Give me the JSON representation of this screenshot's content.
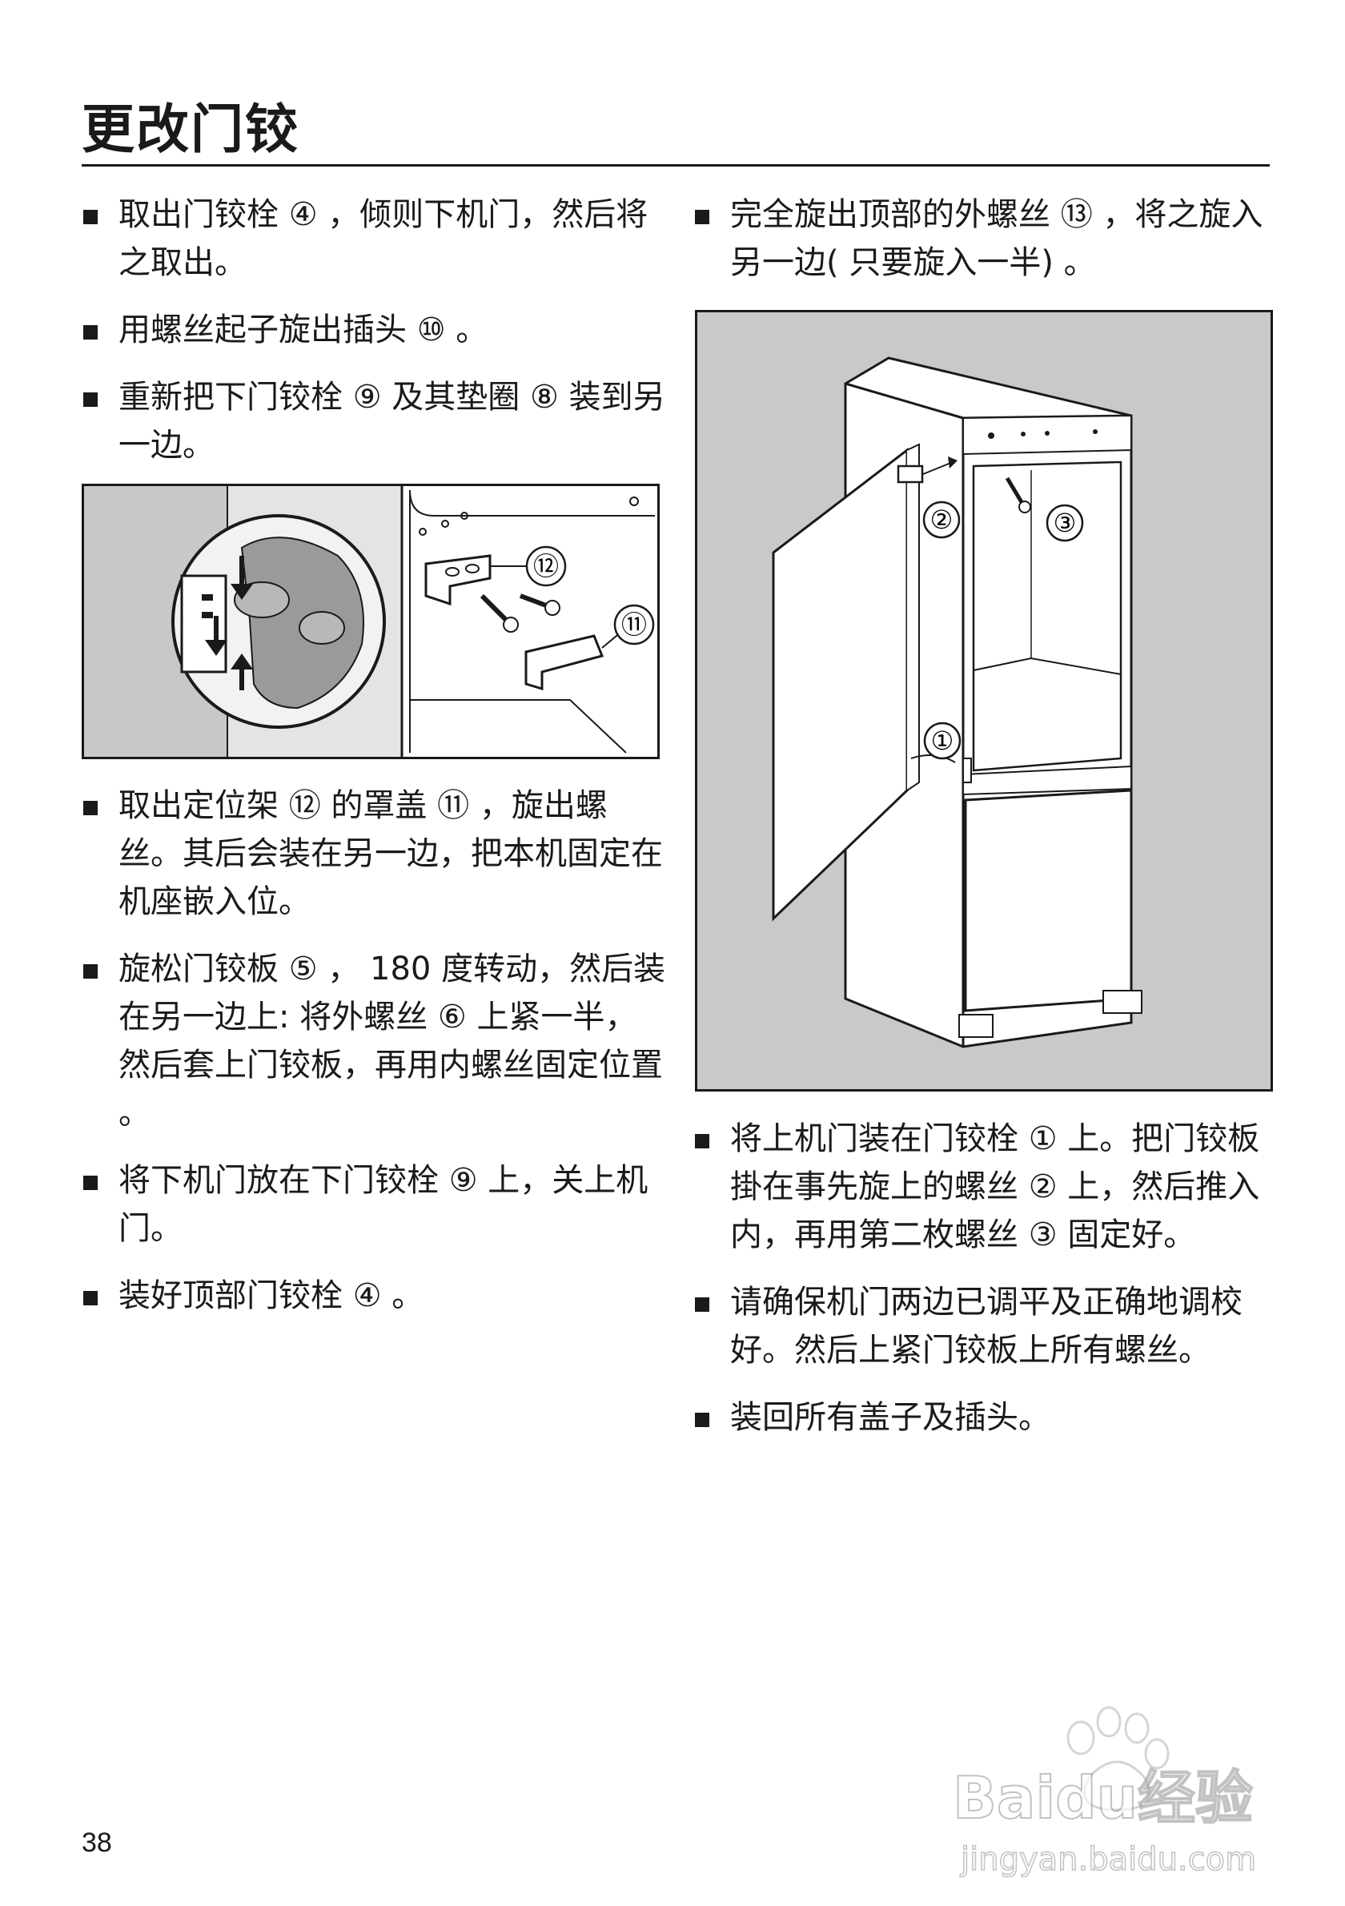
{
  "page": {
    "title": "更改门铰",
    "page_number": "38"
  },
  "left_column": {
    "items": [
      "取出门铰栓 ④ ，倾则下机门，然后将之取出。",
      "用螺丝起子旋出插头 ⑩ 。",
      "重新把下门铰栓 ⑨ 及其垫圈 ⑧ 装到另一边。",
      "取出定位架 ⑫ 的罩盖 ⑪ ，旋出螺丝。其后会装在另一边，把本机固定在机座嵌入位。",
      "旋松门铰板 ⑤ ， 180 度转动，然后装在另一边上: 将外螺丝 ⑥ 上紧一半，然后套上门铰板，再用内螺丝固定位置 。",
      "将下机门放在下门铰栓 ⑨ 上，关上机门。",
      "装好顶部门铰栓 ④ 。"
    ]
  },
  "right_column": {
    "items_top": [
      "完全旋出顶部的外螺丝 ⑬ ，将之旋入另一边( 只要旋入一半) 。"
    ],
    "items_bottom": [
      "将上机门装在门铰栓 ① 上。把门铰板掛在事先旋上的螺丝 ② 上，然后推入内，再用第二枚螺丝 ③ 固定好。",
      "请确保机门两边已调平及正确地调校好。然后上紧门铰板上所有螺丝。",
      "装回所有盖子及插头。"
    ]
  },
  "figure1": {
    "callouts": [
      "⑫",
      "⑪"
    ]
  },
  "figure2": {
    "callouts": [
      "②",
      "③",
      "①"
    ]
  },
  "watermark": {
    "brand": "Baidu经验",
    "url": "jingyan.baidu.com"
  }
}
